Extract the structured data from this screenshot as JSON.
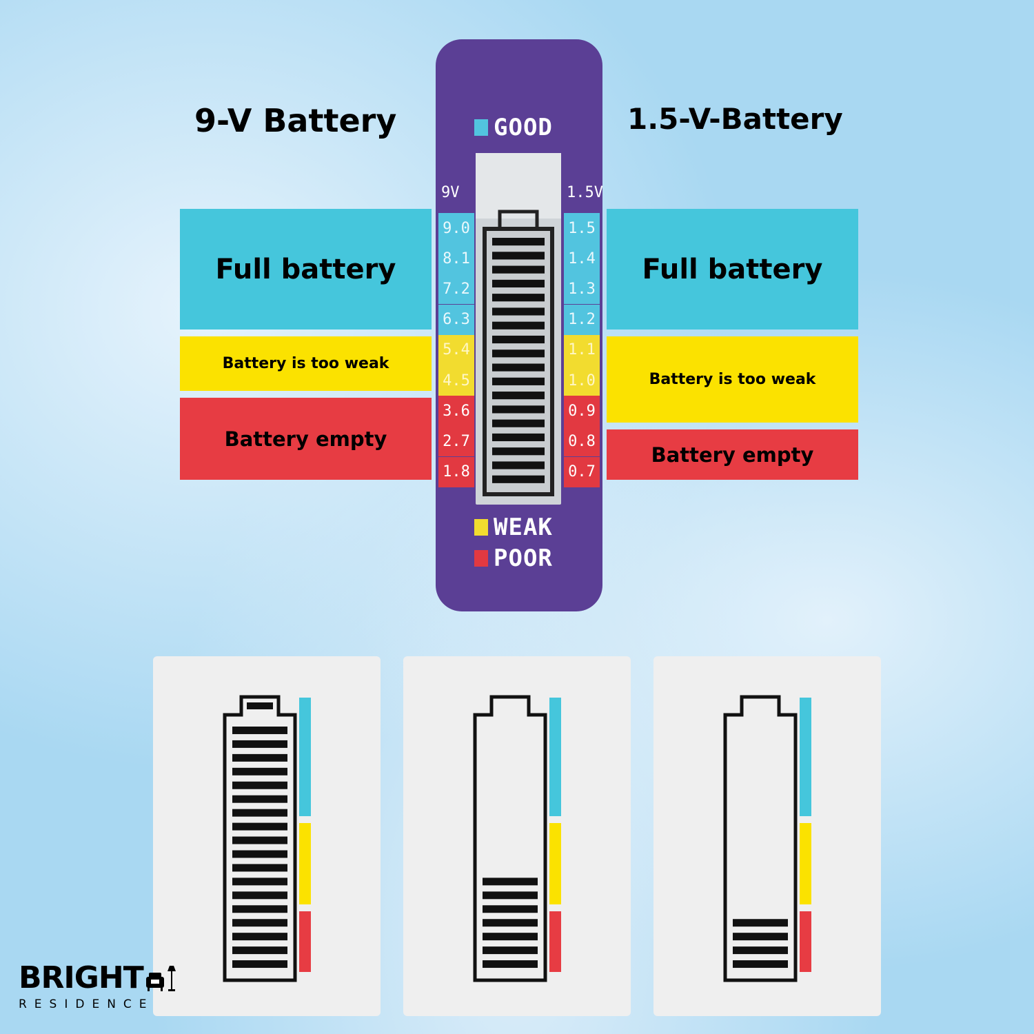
{
  "headings": {
    "left": "9-V Battery",
    "right": "1.5-V-Battery"
  },
  "bands": {
    "left": {
      "good": "Full battery",
      "weak": "Battery is too weak",
      "poor": "Battery empty"
    },
    "right": {
      "good": "Full battery",
      "weak": "Battery is too weak",
      "poor": "Battery empty"
    }
  },
  "tester": {
    "legend": {
      "good": "GOOD",
      "weak": "WEAK",
      "poor": "POOR"
    },
    "scale_9v": {
      "label": "9V",
      "values": [
        "9.0",
        "8.1",
        "7.2",
        "6.3",
        "5.4",
        "4.5",
        "3.6",
        "2.7",
        "1.8"
      ]
    },
    "scale_15v": {
      "label": "1.5V",
      "values": [
        "1.5",
        "1.4",
        "1.3",
        "1.2",
        "1.1",
        "1.0",
        "0.9",
        "0.8",
        "0.7"
      ]
    },
    "zones": [
      "good",
      "good",
      "good",
      "good",
      "weak",
      "weak",
      "poor",
      "poor",
      "poor"
    ],
    "display_bars_total": 18,
    "display_bars_lit": 18
  },
  "examples": [
    {
      "bars_total": 18,
      "bars_lit": 18
    },
    {
      "bars_total": 18,
      "bars_lit": 7
    },
    {
      "bars_total": 18,
      "bars_lit": 4
    }
  ],
  "colors": {
    "good": "#45c6dc",
    "weak": "#fbe200",
    "poor": "#e73c43",
    "tester_body": "#5b3f95"
  },
  "brand": {
    "name": "BRIGHT",
    "sub": "RESIDENCE",
    "logo_icon": "armchair-lamp-icon"
  }
}
